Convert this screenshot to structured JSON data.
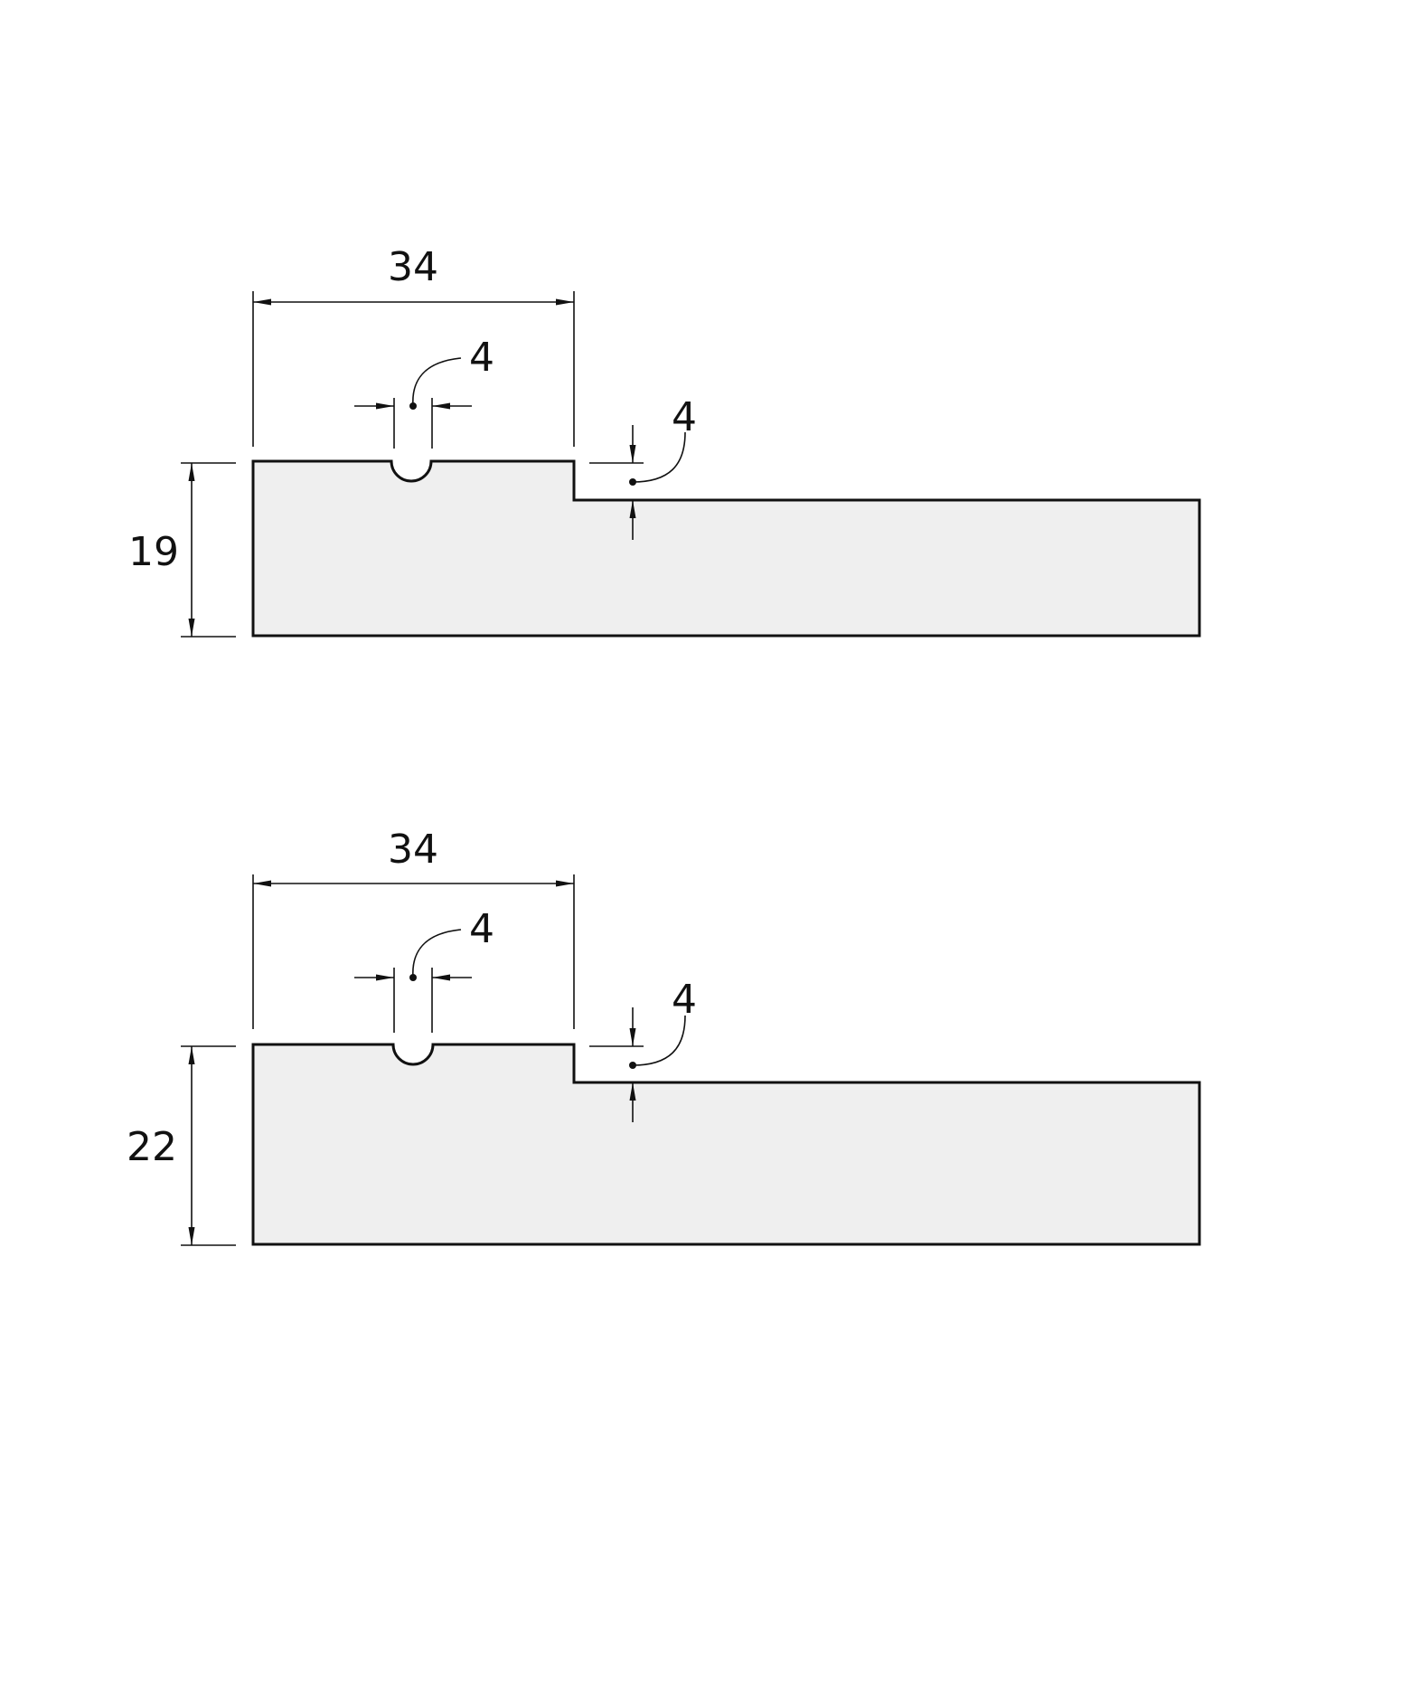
{
  "colors": {
    "stroke": "#111111",
    "fill": "#efefef",
    "background": "#ffffff"
  },
  "profiles": [
    {
      "id": "profile-19",
      "labels": {
        "top_width": "34",
        "groove_width": "4",
        "step_depth": "4",
        "height": "19"
      }
    },
    {
      "id": "profile-22",
      "labels": {
        "top_width": "34",
        "groove_width": "4",
        "step_depth": "4",
        "height": "22"
      }
    }
  ]
}
